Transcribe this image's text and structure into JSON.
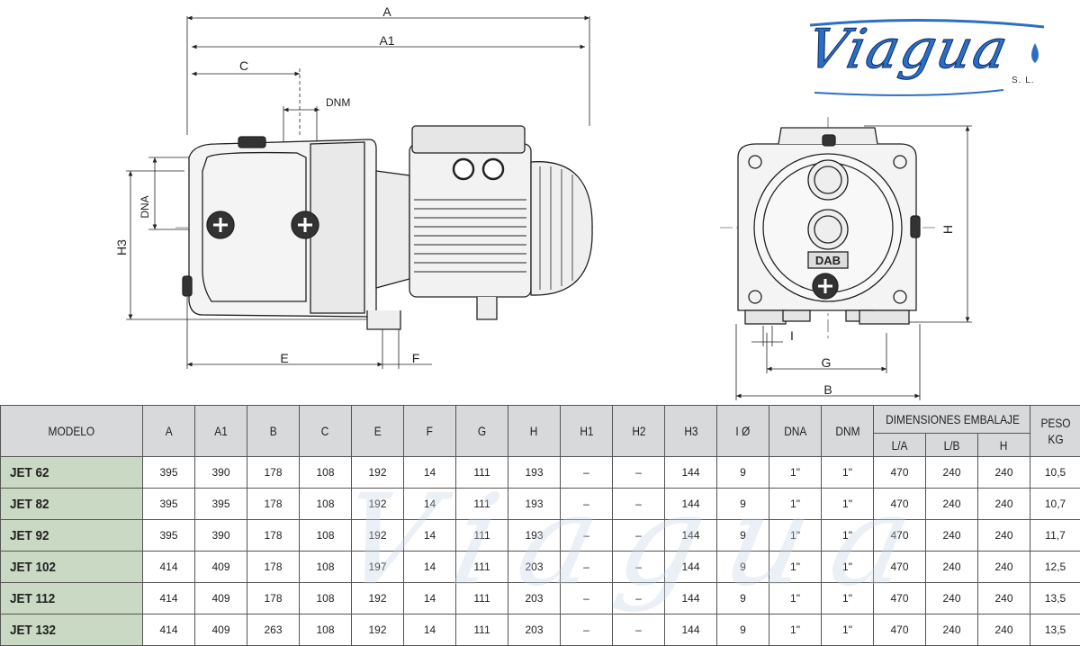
{
  "drawing": {
    "side_view": {
      "dim_labels": {
        "A": "A",
        "A1": "A1",
        "C": "C",
        "DNM": "DNM",
        "DNA": "DNA",
        "H3": "H3",
        "E": "E",
        "F": "F"
      }
    },
    "front_view": {
      "dim_labels": {
        "H": "H",
        "I": "I",
        "G": "G",
        "B": "B"
      },
      "pump_brand": "DAB"
    }
  },
  "logo": {
    "brand": "Viagua",
    "suffix": "S. L."
  },
  "watermark": {
    "text": "Viagua"
  },
  "table": {
    "headers": {
      "modelo": "MODELO",
      "A": "A",
      "A1": "A1",
      "B": "B",
      "C": "C",
      "E": "E",
      "F": "F",
      "G": "G",
      "H": "H",
      "H1": "H1",
      "H2": "H2",
      "H3": "H3",
      "IO": "I Ø",
      "DNA": "DNA",
      "DNM": "DNM",
      "embalaje": "DIMENSIONES EMBALAJE",
      "LA": "L/A",
      "LB": "L/B",
      "Hpack": "H",
      "peso": "PESO KG"
    },
    "rows": [
      {
        "model": "JET 62",
        "cells": [
          "395",
          "390",
          "178",
          "108",
          "192",
          "14",
          "111",
          "193",
          "–",
          "–",
          "144",
          "9",
          "1\"",
          "1\"",
          "470",
          "240",
          "240",
          "10,5"
        ]
      },
      {
        "model": "JET 82",
        "cells": [
          "395",
          "395",
          "178",
          "108",
          "192",
          "14",
          "111",
          "193",
          "–",
          "–",
          "144",
          "9",
          "1\"",
          "1\"",
          "470",
          "240",
          "240",
          "10,7"
        ]
      },
      {
        "model": "JET 92",
        "cells": [
          "395",
          "390",
          "178",
          "108",
          "192",
          "14",
          "111",
          "193",
          "–",
          "–",
          "144",
          "9",
          "1\"",
          "1\"",
          "470",
          "240",
          "240",
          "11,7"
        ]
      },
      {
        "model": "JET 102",
        "cells": [
          "414",
          "409",
          "178",
          "108",
          "197",
          "14",
          "111",
          "203",
          "–",
          "–",
          "144",
          "9",
          "1\"",
          "1\"",
          "470",
          "240",
          "240",
          "12,5"
        ]
      },
      {
        "model": "JET 112",
        "cells": [
          "414",
          "409",
          "178",
          "108",
          "192",
          "14",
          "111",
          "203",
          "–",
          "–",
          "144",
          "9",
          "1\"",
          "1\"",
          "470",
          "240",
          "240",
          "13,5"
        ]
      },
      {
        "model": "JET 132",
        "cells": [
          "414",
          "409",
          "263",
          "108",
          "192",
          "14",
          "111",
          "203",
          "–",
          "–",
          "144",
          "9",
          "1\"",
          "1\"",
          "470",
          "240",
          "240",
          "13,5"
        ]
      }
    ]
  }
}
